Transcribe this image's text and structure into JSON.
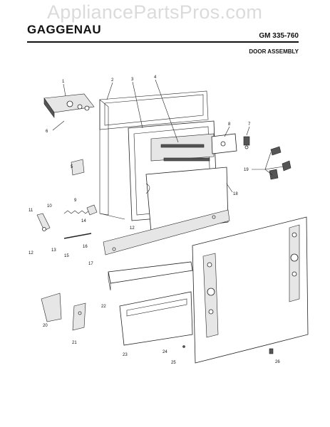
{
  "watermark": "AppliancePartsPros.com",
  "brand": "GAGGENAU",
  "model": "GM 335-760",
  "section_title": "DOOR ASSEMBLY",
  "callouts": {
    "c1": "1",
    "c2": "2",
    "c3": "3",
    "c4": "4",
    "c5": "5",
    "c6": "6",
    "c7": "7",
    "c8": "8",
    "c9": "9",
    "c10": "10",
    "c11": "11",
    "c12a": "12",
    "c12b": "12",
    "c13": "13",
    "c14": "14",
    "c15": "15",
    "c16": "16",
    "c17": "17",
    "c18": "18",
    "c19": "19",
    "c20": "20",
    "c21": "21",
    "c22": "22",
    "c23": "23",
    "c24": "24",
    "c25": "25",
    "c26": "26"
  }
}
